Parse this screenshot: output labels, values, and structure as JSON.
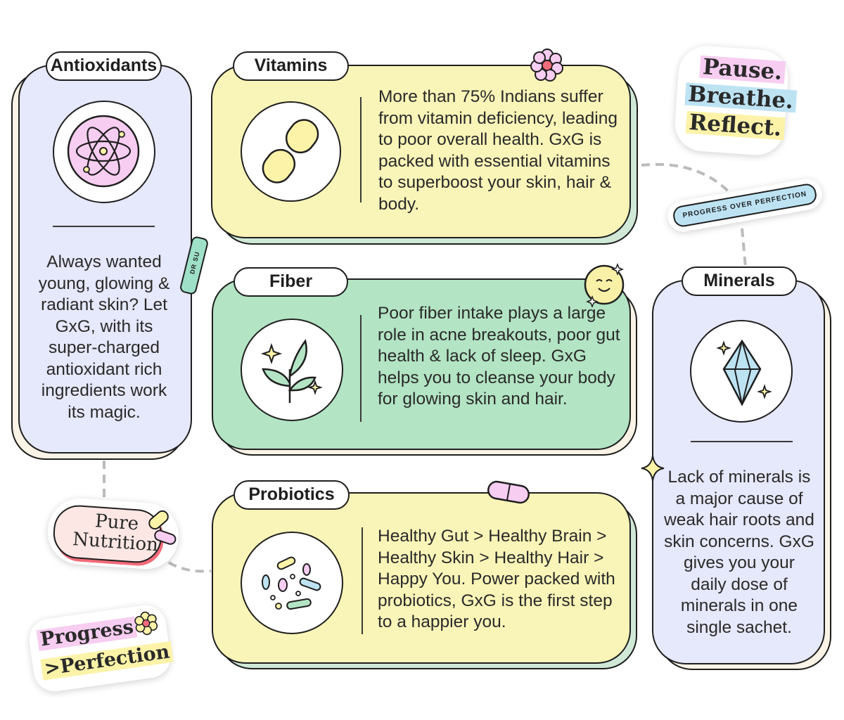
{
  "cards": {
    "antioxidants": {
      "title": "Antioxidants",
      "text": "Always wanted young, glowing & radiant skin? Let GxG, with its super-charged antioxidant rich ingredients work its magic."
    },
    "vitamins": {
      "title": "Vitamins",
      "text": "More than 75% Indians suffer from vitamin deficiency, leading to poor overall health. GxG is packed with essential vitamins to superboost your skin, hair & body."
    },
    "fiber": {
      "title": "Fiber",
      "text": "Poor fiber intake plays a large role in acne breakouts, poor gut health & lack of sleep. GxG helps you to cleanse your body for glowing skin and hair."
    },
    "probiotics": {
      "title": "Probiotics",
      "text": "Healthy Gut > Healthy Brain > Healthy Skin > Healthy Hair > Happy You. Power packed with probiotics, GxG is the first step to a happier you."
    },
    "minerals": {
      "title": "Minerals",
      "text": "Lack of minerals is a major cause of weak hair roots and skin concerns. GxG gives you your daily dose of minerals in one single sachet."
    }
  },
  "stickers": {
    "pause": {
      "line1": "Pause.",
      "line2": "Breathe.",
      "line3": "Reflect."
    },
    "progress_banner": "PROGRESS OVER PERFECTION",
    "pure_nutrition": {
      "line1": "Pure",
      "line2": "Nutrition"
    },
    "progress_perfection": {
      "line1": "Progress",
      "line2": ">Perfection"
    },
    "dr_su": "DR SU"
  },
  "icons": {
    "antioxidants": "atom-icon",
    "vitamins": "capsule-icon",
    "fiber": "sprout-icon",
    "probiotics": "bacteria-icon",
    "minerals": "crystal-icon"
  },
  "colors": {
    "antioxidants_bg": "#e6e8fb",
    "vitamins_bg": "#f9f5b8",
    "fiber_bg": "#b3e4c4",
    "probiotics_bg": "#f9f5b8",
    "minerals_bg": "#e6e8fb",
    "shadow_cream": "#fbf3e6",
    "shadow_mint": "#cfe9d6",
    "outline": "#1f1f1f"
  }
}
